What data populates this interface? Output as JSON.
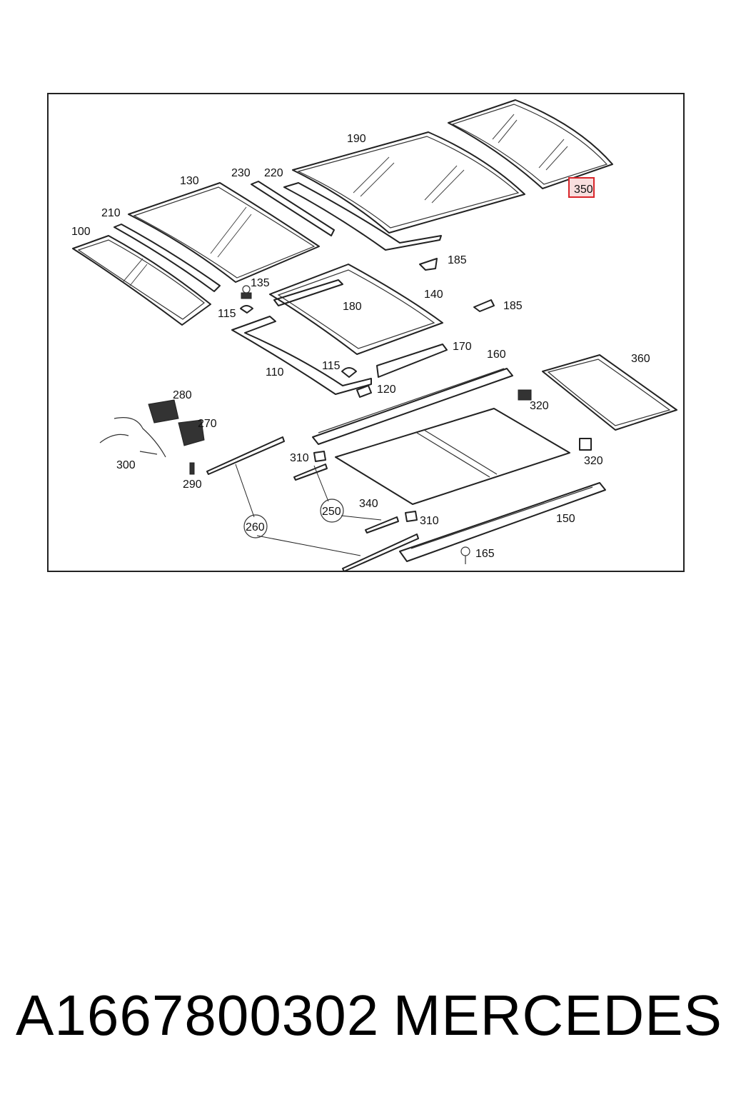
{
  "labels": {
    "p100": "100",
    "p110": "110",
    "p115a": "115",
    "p115b": "115",
    "p120": "120",
    "p130": "130",
    "p135": "135",
    "p140": "140",
    "p150": "150",
    "p160": "160",
    "p165": "165",
    "p170": "170",
    "p180": "180",
    "p185a": "185",
    "p185b": "185",
    "p190": "190",
    "p210": "210",
    "p220": "220",
    "p230": "230",
    "p250": "250",
    "p260": "260",
    "p270": "270",
    "p280": "280",
    "p290": "290",
    "p300": "300",
    "p310a": "310",
    "p310b": "310",
    "p320a": "320",
    "p320b": "320",
    "p340": "340",
    "p350": "350",
    "p360": "360"
  },
  "highlight": {
    "color": "#d9252a",
    "fill": "#f8dede"
  },
  "caption": {
    "part_number": "A1667800302",
    "brand": "MERCEDES"
  }
}
